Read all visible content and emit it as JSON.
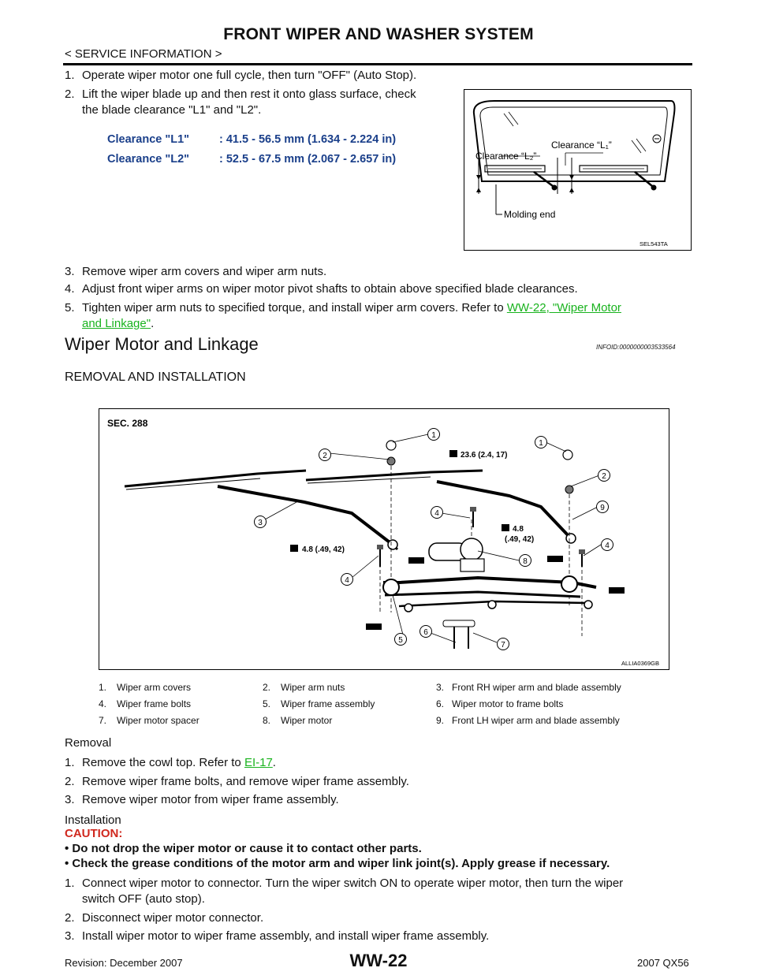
{
  "header": {
    "title": "FRONT WIPER AND WASHER SYSTEM",
    "breadcrumb": "< SERVICE INFORMATION >"
  },
  "adjust_steps": [
    {
      "num": "1.",
      "text": "Operate wiper motor one full cycle, then turn \"OFF\" (Auto Stop)."
    },
    {
      "num": "2.",
      "line1": "Lift the wiper blade up and then rest it onto glass surface, check",
      "line2": "the blade clearance \"L1\" and \"L2\"."
    },
    {
      "num": "3.",
      "text": "Remove wiper arm covers and wiper arm nuts."
    },
    {
      "num": "4.",
      "text": "Adjust front wiper arms on wiper motor pivot shafts to obtain above specified blade clearances."
    },
    {
      "num": "5.",
      "text_before": "Tighten wiper arm nuts to specified torque, and install wiper arm covers. Refer to ",
      "link1": "WW-22, \"Wiper Motor",
      "link2": "and Linkage\"",
      "text_after": "."
    }
  ],
  "specs": [
    {
      "label": "Clearance \"L1\"",
      "value": ": 41.5 - 56.5 mm (1.634 - 2.224 in)"
    },
    {
      "label": "Clearance \"L2\"",
      "value": ": 52.5 - 67.5 mm (2.067 - 2.657 in)"
    }
  ],
  "figure1": {
    "clearance_l1": "Clearance “L₁”",
    "clearance_l2": "Clearance “L₂”",
    "molding": "Molding end",
    "code": "SEL543TA"
  },
  "section": {
    "title": "Wiper Motor and Linkage",
    "infoid": "INFOID:0000000003533564",
    "subtitle": "REMOVAL AND INSTALLATION"
  },
  "figure2": {
    "sec": "SEC. 288",
    "torque1": "23.6 (2.4, 17)",
    "torque2": "4.8 (.49, 42)",
    "torque3a": "4.8",
    "torque3b": "(.49, 42)",
    "code": "ALLIA0369GB",
    "callouts": [
      "1",
      "2",
      "3",
      "4",
      "5",
      "6",
      "7",
      "8",
      "9"
    ]
  },
  "legend": [
    [
      "1.",
      "Wiper arm covers",
      "2.",
      "Wiper arm nuts",
      "3.",
      "Front RH wiper arm and blade assembly"
    ],
    [
      "4.",
      "Wiper frame bolts",
      "5.",
      "Wiper frame assembly",
      "6.",
      "Wiper motor to frame bolts"
    ],
    [
      "7.",
      "Wiper motor spacer",
      "8.",
      "Wiper motor",
      "9.",
      "Front LH wiper arm and blade assembly"
    ]
  ],
  "removal": {
    "heading": "Removal",
    "steps": [
      {
        "num": "1.",
        "text": "Remove the cowl top. Refer to ",
        "link": "EI-17",
        "after": "."
      },
      {
        "num": "2.",
        "text": "Remove wiper frame bolts, and remove wiper frame assembly."
      },
      {
        "num": "3.",
        "text": "Remove wiper motor from wiper frame assembly."
      }
    ]
  },
  "installation": {
    "heading": "Installation",
    "caution": "CAUTION:",
    "bullets": [
      "•  Do not drop the wiper motor or cause it to contact other parts.",
      "•  Check the grease conditions of the motor arm and wiper link joint(s). Apply grease if necessary."
    ],
    "steps": [
      {
        "num": "1.",
        "line1": "Connect wiper motor to connector. Turn the wiper switch ON to operate wiper motor, then turn the wiper",
        "line2": "switch OFF (auto stop)."
      },
      {
        "num": "2.",
        "text": "Disconnect wiper motor connector."
      },
      {
        "num": "3.",
        "text": "Install wiper motor to wiper frame assembly, and install wiper frame assembly."
      }
    ]
  },
  "footer": {
    "revision": "Revision: December 2007",
    "page": "WW-22",
    "model": "2007 QX56"
  }
}
